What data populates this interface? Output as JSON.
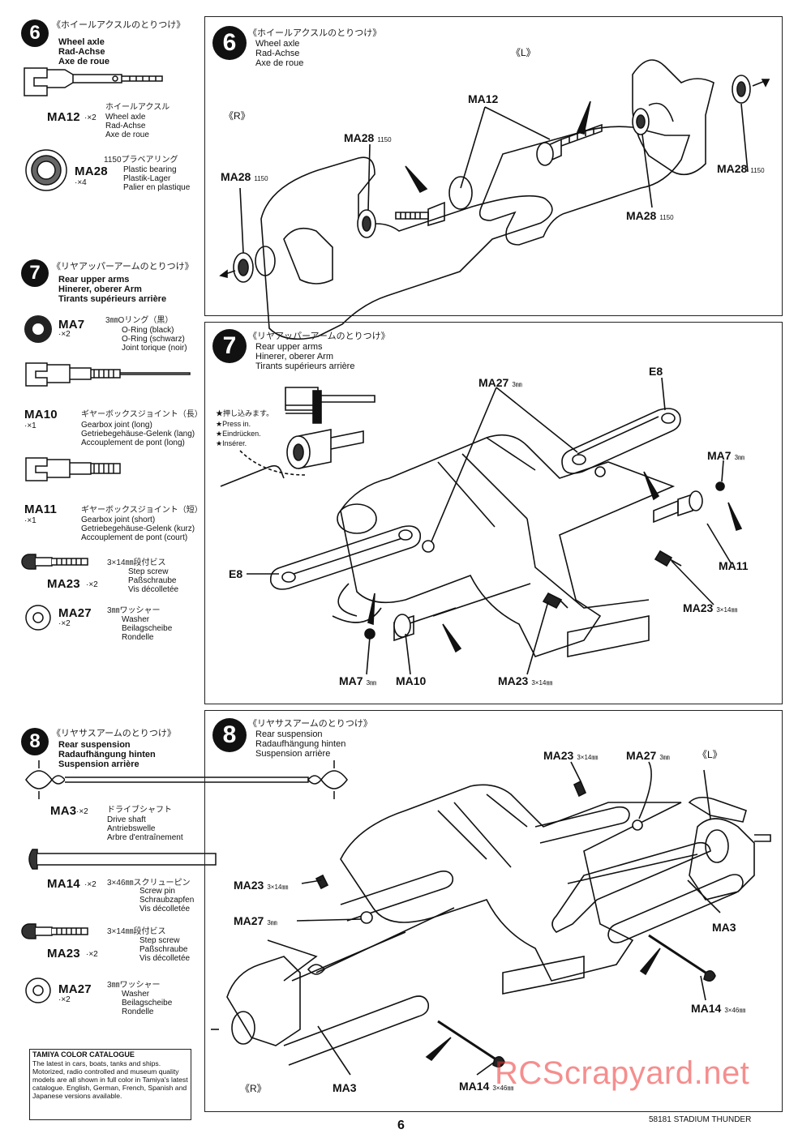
{
  "steps": [
    {
      "number": "6",
      "title_jp": "《ホイールアクスルのとりつけ》",
      "title_en": "Wheel axle",
      "title_de": "Rad-Achse",
      "title_fr": "Axe de roue",
      "parts": [
        {
          "code": "MA12",
          "qty": "·×2",
          "jp": "ホイールアクスル",
          "en": "Wheel axle",
          "de": "Rad-Achse",
          "fr": "Axe de roue"
        },
        {
          "code": "MA28",
          "qty": "·×4",
          "jp": "1150プラベアリング",
          "en": "Plastic bearing",
          "de": "Plastik-Lager",
          "fr": "Palier en plastique"
        }
      ]
    },
    {
      "number": "7",
      "title_jp": "《リヤアッパーアームのとりつけ》",
      "title_en": "Rear upper arms",
      "title_de": "Hinerer, oberer Arm",
      "title_fr": "Tirants supérieurs arrière",
      "parts": [
        {
          "code": "MA7",
          "qty": "·×2",
          "jp": "3㎜Oリング（黒）",
          "en": "O-Ring (black)",
          "de": "O-Ring (schwarz)",
          "fr": "Joint torique (noir)"
        },
        {
          "code": "MA10",
          "qty": "·×1",
          "jp": "ギヤーボックスジョイント（長）",
          "en": "Gearbox joint (long)",
          "de": "Getriebegehäuse-Gelenk (lang)",
          "fr": "Accouplement de pont (long)"
        },
        {
          "code": "MA11",
          "qty": "·×1",
          "jp": "ギヤーボックスジョイント（短）",
          "en": "Gearbox joint (short)",
          "de": "Getriebegehäuse-Gelenk (kurz)",
          "fr": "Accouplement de pont (court)"
        },
        {
          "code": "MA23",
          "qty": "·×2",
          "jp": "3×14㎜段付ビス",
          "en": "Step screw",
          "de": "Paßschraube",
          "fr": "Vis décolletée"
        },
        {
          "code": "MA27",
          "qty": "·×2",
          "jp": "3㎜ワッシャー",
          "en": "Washer",
          "de": "Beilagscheibe",
          "fr": "Rondelle"
        }
      ]
    },
    {
      "number": "8",
      "title_jp": "《リヤサスアームのとりつけ》",
      "title_en": "Rear suspension",
      "title_de": "Radaufhängung hinten",
      "title_fr": "Suspension arrière",
      "parts": [
        {
          "code": "MA3",
          "qty": "·×2",
          "jp": "ドライブシャフト",
          "en": "Drive shaft",
          "de": "Antriebswelle",
          "fr": "Arbre d'entraînement"
        },
        {
          "code": "MA14",
          "qty": "·×2",
          "jp": "3×46㎜スクリューピン",
          "en": "Screw pin",
          "de": "Schraubzapfen",
          "fr": "Vis décolletée"
        },
        {
          "code": "MA23",
          "qty": "·×2",
          "jp": "3×14㎜段付ビス",
          "en": "Step screw",
          "de": "Paßschraube",
          "fr": "Vis décolletée"
        },
        {
          "code": "MA27",
          "qty": "·×2",
          "jp": "3㎜ワッシャー",
          "en": "Washer",
          "de": "Beilagscheibe",
          "fr": "Rondelle"
        }
      ]
    }
  ],
  "diagram6": {
    "side_r": "《R》",
    "side_l": "《L》",
    "labels": {
      "ma12": "MA12",
      "ma28_a": "MA28",
      "ma28_a_size": "1150",
      "ma28_b": "MA28",
      "ma28_b_size": "1150",
      "ma28_c": "MA28",
      "ma28_c_size": "1150",
      "ma28_d": "MA28",
      "ma28_d_size": "1150"
    }
  },
  "diagram7": {
    "press_jp": "★押し込みます。",
    "press_en": "★Press in.",
    "press_de": "★Eindrücken.",
    "press_fr": "★Insérer.",
    "labels": {
      "ma27": "MA27",
      "ma27_size": "3㎜",
      "e8_top": "E8",
      "ma7_right": "MA7",
      "ma7_right_size": "3㎜",
      "e8_left": "E8",
      "ma11": "MA11",
      "ma23_right": "MA23",
      "ma23_right_size": "3×14㎜",
      "ma7_bottom": "MA7",
      "ma7_bottom_size": "3㎜",
      "ma10": "MA10",
      "ma23_bottom": "MA23",
      "ma23_bottom_size": "3×14㎜"
    }
  },
  "diagram8": {
    "side_l": "《L》",
    "side_r": "《R》",
    "labels": {
      "ma23_top": "MA23",
      "ma23_top_size": "3×14㎜",
      "ma27_top": "MA27",
      "ma27_top_size": "3㎜",
      "ma23_left": "MA23",
      "ma23_left_size": "3×14㎜",
      "ma27_left": "MA27",
      "ma27_left_size": "3㎜",
      "ma3_right": "MA3",
      "ma14_right": "MA14",
      "ma14_right_size": "3×46㎜",
      "ma3_bottom": "MA3",
      "ma14_bottom": "MA14",
      "ma14_bottom_size": "3×46㎜"
    }
  },
  "catalogue": {
    "heading": "TAMIYA COLOR CATALOGUE",
    "text": "The latest in cars, boats, tanks and ships. Motorized, radio controlled and museum quality models are all shown in full color in Tamiya's latest catalogue. English, German, French, Spanish and Japanese versions available."
  },
  "footer": {
    "page_number": "6",
    "kit": "58181 STADIUM THUNDER"
  },
  "watermark": "RCScrapyard.net"
}
